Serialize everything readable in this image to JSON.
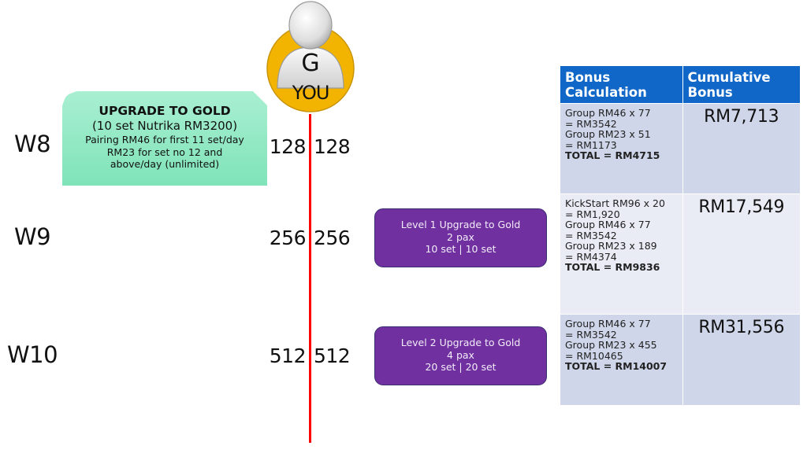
{
  "avatar": {
    "letter": "G",
    "caption": "YOU",
    "colors": {
      "ring": "#F2B400",
      "person": "#E6E6E6"
    }
  },
  "timeline": {
    "color": "#FF0000"
  },
  "gold_card": {
    "title": "UPGRADE TO GOLD",
    "subtitle": "(10 set Nutrika RM3200)",
    "lines": [
      "Pairing RM46 for first 11 set/day",
      "RM23 for set no 12 and",
      "above/day (unlimited)"
    ],
    "color": "#7FE3B8"
  },
  "weeks": [
    {
      "label": "W8",
      "left_count": "128",
      "right_count": "128"
    },
    {
      "label": "W9",
      "left_count": "256",
      "right_count": "256"
    },
    {
      "label": "W10",
      "left_count": "512",
      "right_count": "512"
    }
  ],
  "level_boxes": [
    {
      "title": "Level 1 Upgrade to Gold",
      "pax": "2 pax",
      "sets": "10 set | 10 set"
    },
    {
      "title": "Level 2 Upgrade to Gold",
      "pax": "4 pax",
      "sets": "20 set | 20 set"
    }
  ],
  "level_box_color": "#7030A0",
  "table": {
    "header_color": "#1167C8",
    "headers": [
      "Bonus Calculation",
      "Cumulative Bonus"
    ],
    "header_lines": [
      [
        "Bonus",
        "Calculation"
      ],
      [
        "Cumulative",
        "Bonus"
      ]
    ],
    "rows": [
      {
        "calc_lines": [
          "Group RM46 x 77",
          "= RM3542",
          "Group RM23 x 51",
          "= RM1173"
        ],
        "total": "TOTAL = RM4715",
        "cumulative": "RM7,713"
      },
      {
        "calc_lines": [
          "KickStart RM96 x 20",
          "= RM1,920",
          "Group RM46 x 77",
          "= RM3542",
          "Group RM23 x 189",
          "= RM4374"
        ],
        "total": "TOTAL = RM9836",
        "cumulative": "RM17,549"
      },
      {
        "calc_lines": [
          "Group RM46 x 77",
          "= RM3542",
          "Group RM23 x 455",
          "= RM10465"
        ],
        "total": "TOTAL = RM14007",
        "cumulative": "RM31,556"
      }
    ]
  }
}
